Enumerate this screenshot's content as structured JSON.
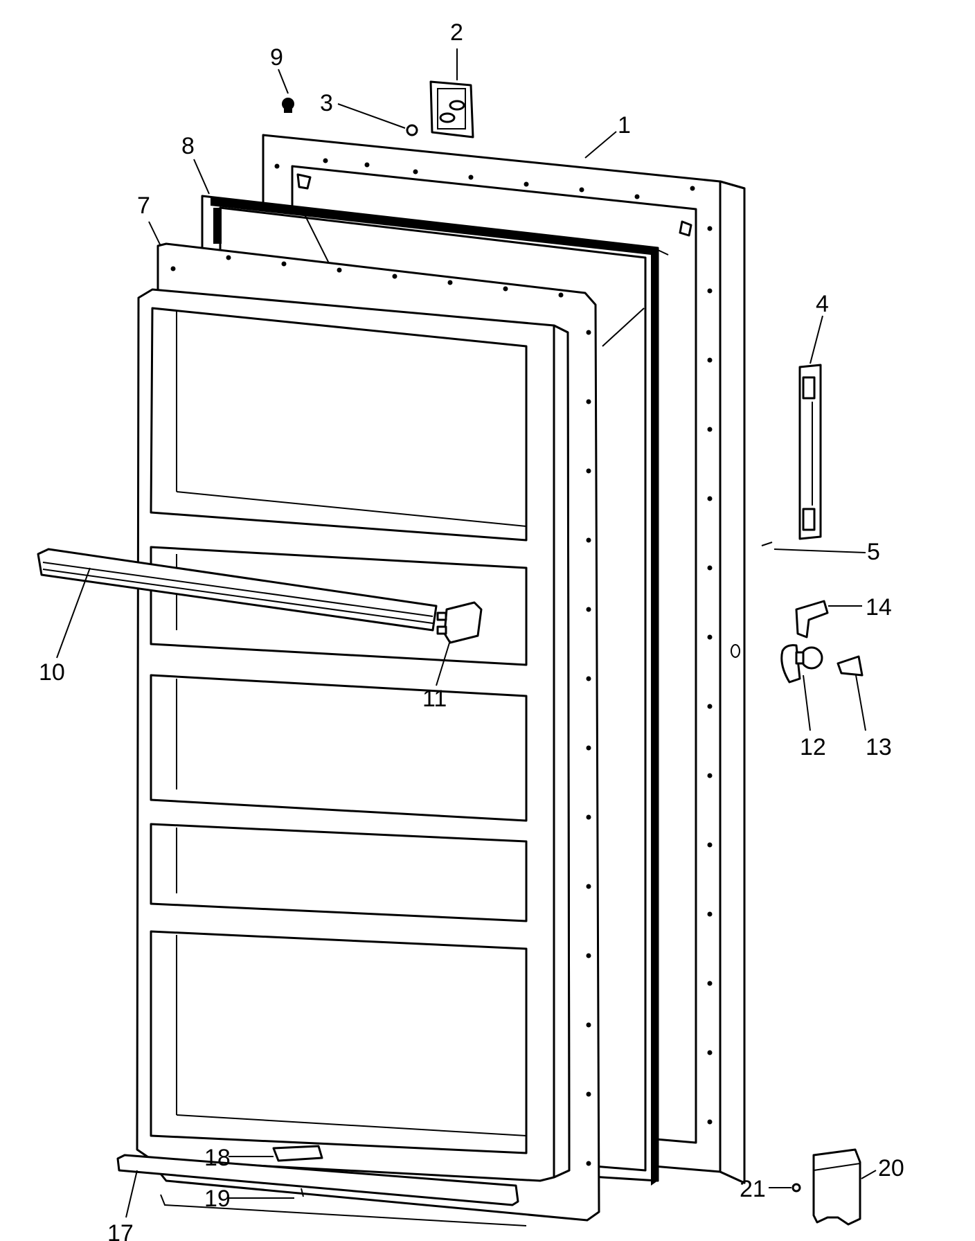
{
  "diagram": {
    "callouts": [
      {
        "id": "1",
        "text": "1"
      },
      {
        "id": "2",
        "text": "2"
      },
      {
        "id": "3",
        "text": "3"
      },
      {
        "id": "4",
        "text": "4"
      },
      {
        "id": "5",
        "text": "5"
      },
      {
        "id": "7",
        "text": "7"
      },
      {
        "id": "8",
        "text": "8"
      },
      {
        "id": "9",
        "text": "9"
      },
      {
        "id": "10",
        "text": "10"
      },
      {
        "id": "11",
        "text": "11"
      },
      {
        "id": "12",
        "text": "12"
      },
      {
        "id": "13",
        "text": "13"
      },
      {
        "id": "14",
        "text": "14"
      },
      {
        "id": "17",
        "text": "17"
      },
      {
        "id": "18",
        "text": "18"
      },
      {
        "id": "19",
        "text": "19"
      },
      {
        "id": "20",
        "text": "20"
      },
      {
        "id": "21",
        "text": "21"
      }
    ]
  }
}
